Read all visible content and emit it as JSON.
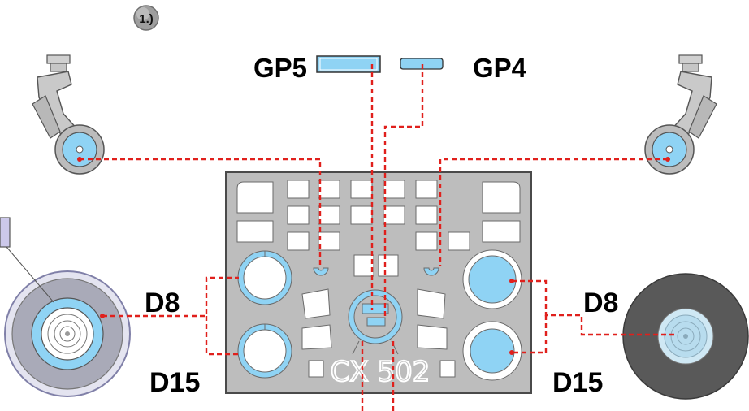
{
  "step_badge": "1.)",
  "labels": {
    "gp5": "GP5",
    "gp4": "GP4",
    "d8_left": "D8",
    "d15_left": "D15",
    "d8_right": "D8",
    "d15_right": "D15"
  },
  "fret_code": "CX 502",
  "colors": {
    "mask_blue": "#8fd3f4",
    "fret_gray": "#bdbdbd",
    "leader_red": "#e0201c",
    "tire_dark": "#595959"
  }
}
